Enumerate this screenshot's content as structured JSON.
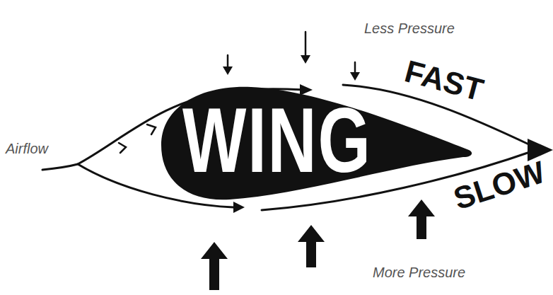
{
  "diagram": {
    "nodes": [
      {
        "text": [
          "WING"
        ]
      }
    ],
    "labels": [
      "Less Pressure",
      "FAST",
      "Airflow",
      "SLOW",
      "More Pressure"
    ]
  }
}
